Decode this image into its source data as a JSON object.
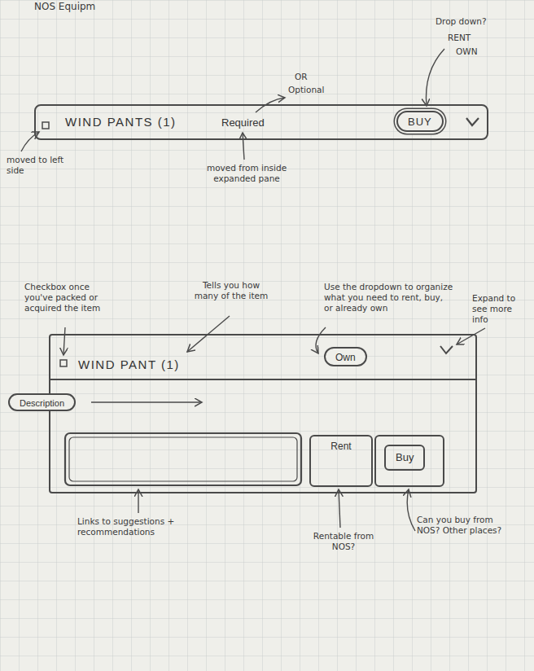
{
  "diagram": {
    "nodes": [
      {
        "text": [
          "WIND PANTS (1)",
          "Required"
        ]
      },
      {
        "text": [
          "BUY"
        ],
        "in": 0
      },
      {
        "text": [
          "WIND PANT (1)"
        ]
      },
      {
        "text": [
          "Own"
        ],
        "in": 2
      },
      {
        "text": [
          "Description"
        ]
      },
      {
        "text": [
          "Rent"
        ],
        "in": 2
      },
      {
        "text": [
          "Buy"
        ],
        "in": 2
      }
    ],
    "labels": [
      "NOS Equipm",
      "OR",
      "Optional",
      "Drop down?",
      "RENT",
      "OWN",
      "moved to left side",
      "moved from inside expanded pane",
      "Checkbox once you've packed or acquired the item",
      "Tells you how many of the item",
      "Use the dropdown to organize what you need to rent, buy, or already own",
      "Expand to see more info",
      "Links to suggestions + recommendations",
      "Rentable from NOS?",
      "Can you buy from NOS? Other places?"
    ]
  }
}
